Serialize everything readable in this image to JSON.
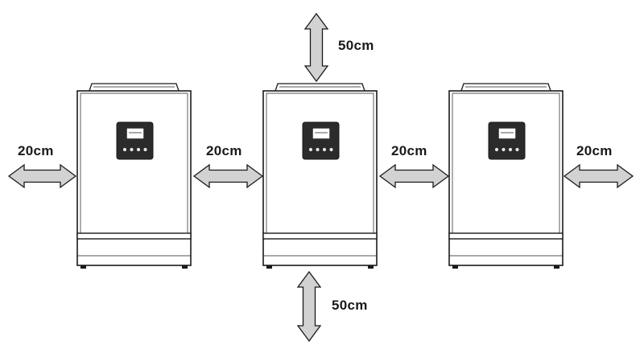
{
  "clearance_labels": {
    "top": "50cm",
    "bottom": "50cm",
    "left_outer": "20cm",
    "gap_left": "20cm",
    "gap_right": "20cm",
    "right_outer": "20cm"
  },
  "colors": {
    "arrow_fill": "#d2d2d2",
    "outline": "#1a1a1a",
    "lcd_panel": "#2b2b2b",
    "button": "#e6e6e6"
  },
  "units": [
    {
      "name": "inverter-left"
    },
    {
      "name": "inverter-center"
    },
    {
      "name": "inverter-right"
    }
  ]
}
